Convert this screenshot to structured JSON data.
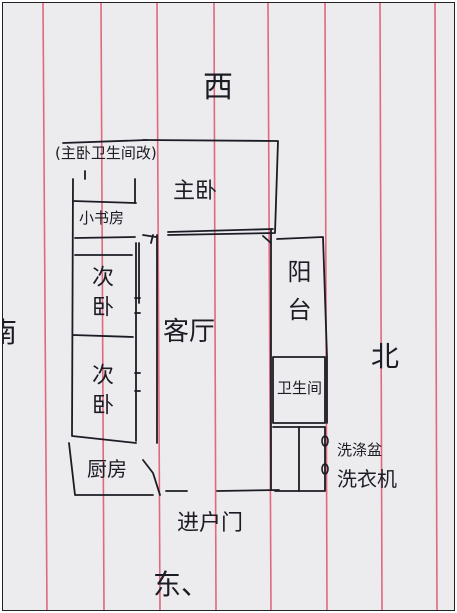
{
  "sketch": {
    "directions": {
      "west": "西",
      "south": "南",
      "north": "北",
      "east": "东、"
    },
    "rooms": {
      "master_bathroom_note": "(主卧卫生间改)",
      "small_study": "小书房",
      "master_bedroom": "主卧",
      "secondary_bedroom_1": "次卧",
      "secondary_bedroom_2": "次卧",
      "living_room": "客厅",
      "balcony": "阳台",
      "bathroom": "卫生间",
      "kitchen": "厨房",
      "washbasin": "洗涤盆",
      "washing_machine": "洗衣机",
      "entrance_door": "进户门"
    },
    "colors": {
      "paper": "#ecebee",
      "red_rule": "#e0526a",
      "ink": "#1c1c24"
    }
  }
}
